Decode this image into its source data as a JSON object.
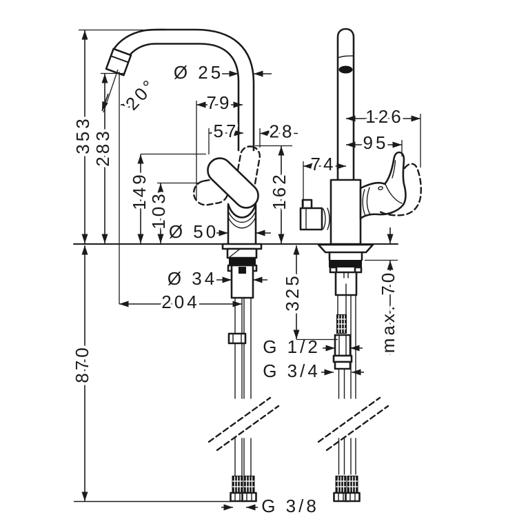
{
  "meta": {
    "drawing_type": "technical dimension drawing",
    "subject": "single-lever high-arc kitchen mixer tap, side view and front view with installation dimensions",
    "units": "mm"
  },
  "colors": {
    "line": "#1b1b1b",
    "background": "#ffffff"
  },
  "labels": {
    "dia_spout": "Ø 25",
    "reach_79": "79",
    "handle_57": "57",
    "handle_28": "28",
    "height_353": "353",
    "outlet_height_283": "283",
    "swivel_angle": "20°",
    "handle_height_149": "149",
    "handle_height_103": "103",
    "dia_body": "Ø 50",
    "handle_top_162": "162",
    "dia_shank": "Ø 34",
    "reach_204": "204",
    "hose_length_870": "870",
    "thread_g12": "G 1/2",
    "thread_g34": "G 3/4",
    "thread_g38": "G 3/8",
    "width_126": "126",
    "width_95": "95",
    "valve_offset_74": "74",
    "shank_depth_325": "325",
    "max_counter_70": "max. 70"
  }
}
